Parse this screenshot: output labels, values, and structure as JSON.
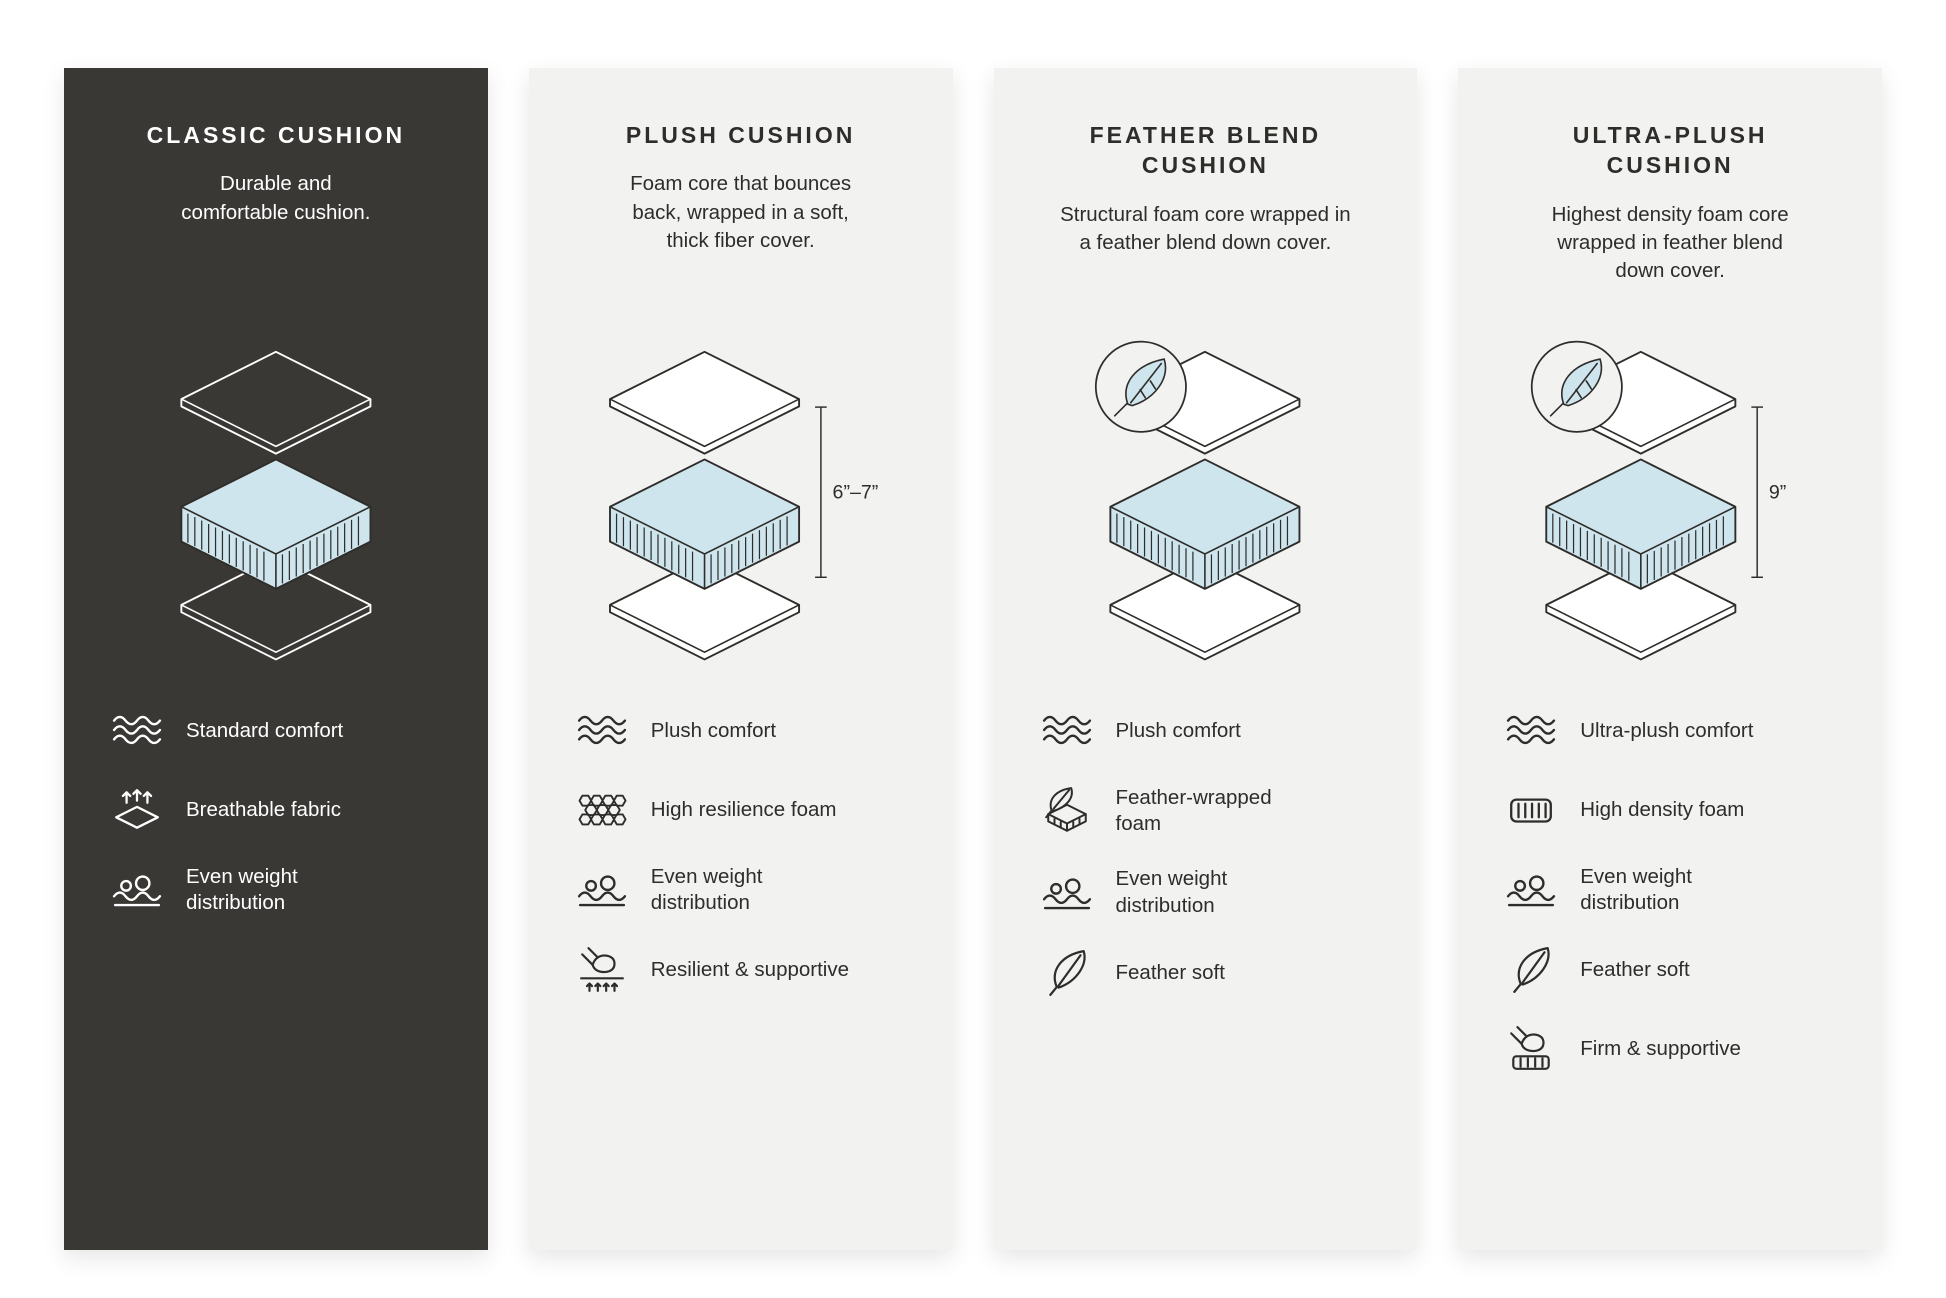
{
  "colors": {
    "dark_panel": "#3a3835",
    "light_panel": "#f2f2f0",
    "foam_blue": "#cfe5ee",
    "ink_dark": "#2e2d2a",
    "ink_light": "#ffffff"
  },
  "cards": [
    {
      "theme": "dark",
      "title": "CLASSIC CUSHION",
      "description": "Durable and comfortable cushion.",
      "diagram": {
        "feather_badge": false,
        "measurement": ""
      },
      "features": [
        {
          "icon": "comfort-waves-icon",
          "label": "Standard comfort"
        },
        {
          "icon": "breathable-fabric-icon",
          "label": "Breathable fabric"
        },
        {
          "icon": "even-weight-icon",
          "label": "Even weight distribution"
        }
      ]
    },
    {
      "theme": "light",
      "title": "PLUSH CUSHION",
      "description": "Foam core that bounces back, wrapped in a soft, thick fiber cover.",
      "diagram": {
        "feather_badge": false,
        "measurement": "6”–7”"
      },
      "features": [
        {
          "icon": "comfort-waves-icon",
          "label": "Plush comfort"
        },
        {
          "icon": "honeycomb-foam-icon",
          "label": "High resilience foam"
        },
        {
          "icon": "even-weight-icon",
          "label": "Even weight distribution"
        },
        {
          "icon": "resilient-supportive-icon",
          "label": "Resilient & supportive"
        }
      ]
    },
    {
      "theme": "light",
      "title": "FEATHER BLEND CUSHION",
      "description": "Structural foam core wrapped in a feather blend down cover.",
      "diagram": {
        "feather_badge": true,
        "measurement": ""
      },
      "features": [
        {
          "icon": "comfort-waves-icon",
          "label": "Plush comfort"
        },
        {
          "icon": "feather-wrapped-foam-icon",
          "label": "Feather-wrapped foam"
        },
        {
          "icon": "even-weight-icon",
          "label": "Even weight distribution"
        },
        {
          "icon": "feather-soft-icon",
          "label": "Feather soft"
        }
      ]
    },
    {
      "theme": "light",
      "title": "ULTRA-PLUSH CUSHION",
      "description": "Highest density foam core wrapped in feather blend down cover.",
      "diagram": {
        "feather_badge": true,
        "measurement": "9”"
      },
      "features": [
        {
          "icon": "comfort-waves-icon",
          "label": "Ultra-plush comfort"
        },
        {
          "icon": "high-density-foam-icon",
          "label": "High density foam"
        },
        {
          "icon": "even-weight-icon",
          "label": "Even weight distribution"
        },
        {
          "icon": "feather-soft-icon",
          "label": "Feather soft"
        },
        {
          "icon": "firm-supportive-icon",
          "label": "Firm & supportive"
        }
      ]
    }
  ]
}
